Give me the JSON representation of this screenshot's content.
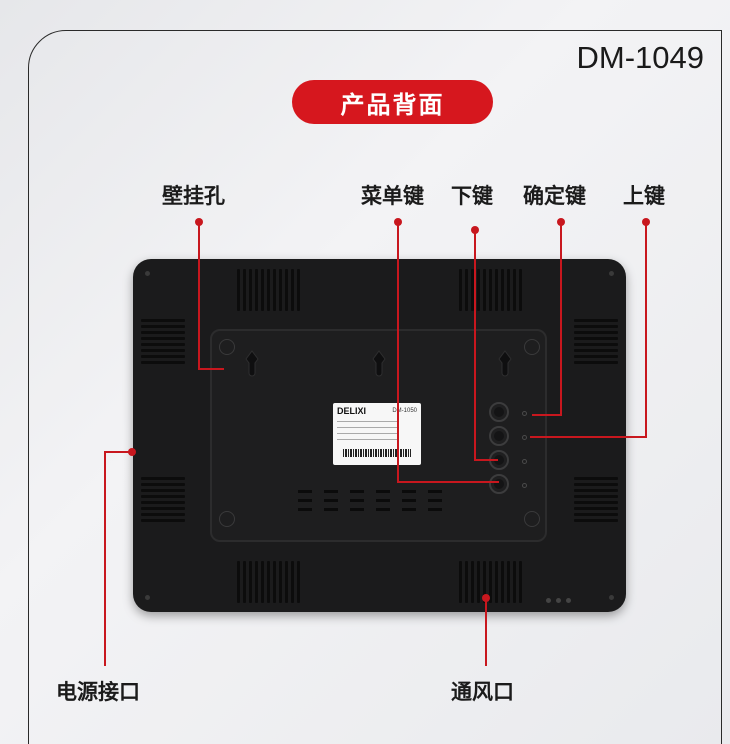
{
  "model": "DM-1049",
  "title": "产品背面",
  "callouts": {
    "wall_mount": "壁挂孔",
    "menu_key": "菜单键",
    "down_key": "下键",
    "confirm_key": "确定键",
    "up_key": "上键",
    "power_port": "电源接口",
    "vent": "通风口"
  },
  "device_label": {
    "brand": "DELIXI",
    "model": "DM-1050"
  },
  "colors": {
    "accent": "#d6171e",
    "device": "#1b1b1c"
  }
}
